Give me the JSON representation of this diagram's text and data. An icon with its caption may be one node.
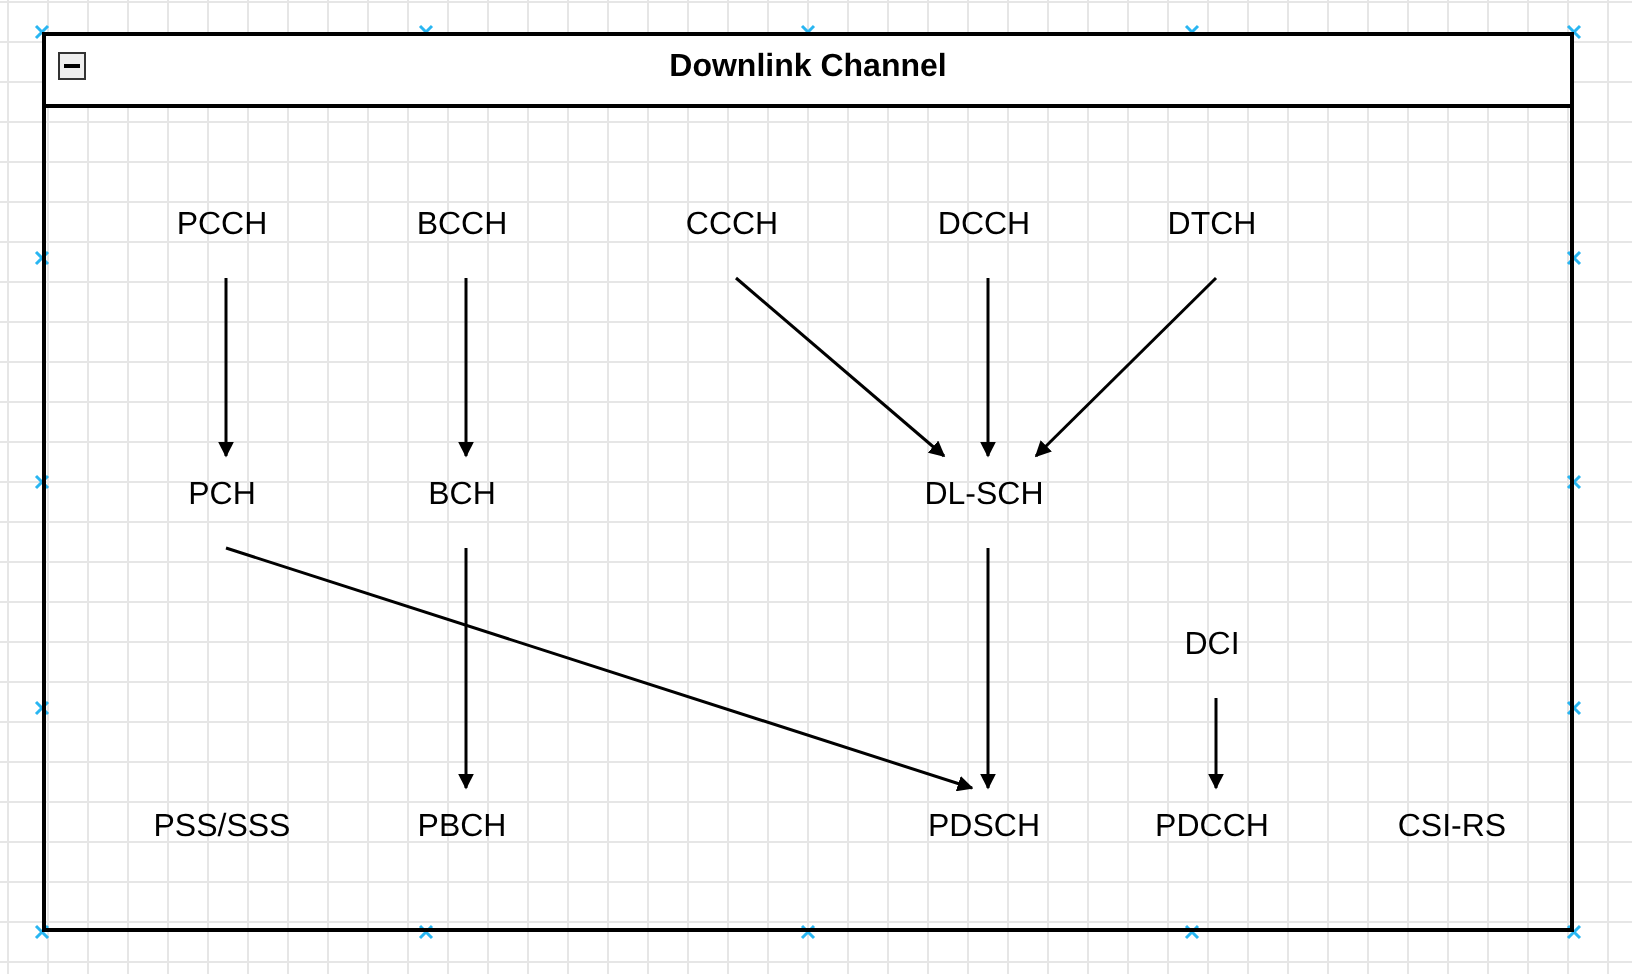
{
  "diagram": {
    "nodes": [
      {
        "text": [
          "Downlink Channel"
        ]
      },
      {
        "text": [
          "PCCH"
        ],
        "in": 0
      },
      {
        "text": [
          "BCCH"
        ],
        "in": 0
      },
      {
        "text": [
          "CCCH"
        ],
        "in": 0
      },
      {
        "text": [
          "DCCH"
        ],
        "in": 0
      },
      {
        "text": [
          "DTCH"
        ],
        "in": 0
      },
      {
        "text": [
          "PCH"
        ],
        "in": 0
      },
      {
        "text": [
          "BCH"
        ],
        "in": 0
      },
      {
        "text": [
          "DL-SCH"
        ],
        "in": 0
      },
      {
        "text": [
          "DCI"
        ],
        "in": 0
      },
      {
        "text": [
          "PSS/SSS"
        ],
        "in": 0
      },
      {
        "text": [
          "PBCH"
        ],
        "in": 0
      },
      {
        "text": [
          "PDSCH"
        ],
        "in": 0
      },
      {
        "text": [
          "PDCCH"
        ],
        "in": 0
      },
      {
        "text": [
          "CSI-RS"
        ],
        "in": 0
      }
    ],
    "edges": [
      {
        "from": 1,
        "to": 6,
        "arrow": "to"
      },
      {
        "from": 2,
        "to": 7,
        "arrow": "to"
      },
      {
        "from": 3,
        "to": 8,
        "arrow": "to"
      },
      {
        "from": 4,
        "to": 8,
        "arrow": "to"
      },
      {
        "from": 5,
        "to": 8,
        "arrow": "to"
      },
      {
        "from": 6,
        "to": 12,
        "arrow": "to"
      },
      {
        "from": 7,
        "to": 11,
        "arrow": "to"
      },
      {
        "from": 8,
        "to": 12,
        "arrow": "to"
      },
      {
        "from": 9,
        "to": 13,
        "arrow": "to"
      }
    ]
  }
}
